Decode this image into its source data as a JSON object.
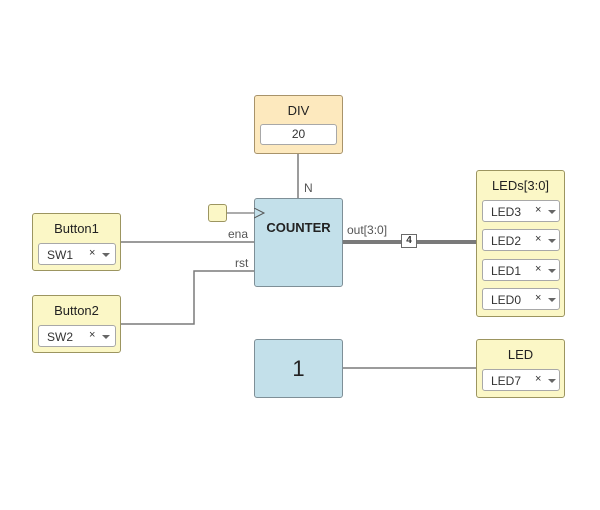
{
  "inputs": {
    "button1": {
      "title": "Button1",
      "pin": "SW1",
      "clear": "×"
    },
    "button2": {
      "title": "Button2",
      "pin": "SW2",
      "clear": "×"
    }
  },
  "div": {
    "title": "DIV",
    "value": "20"
  },
  "counter": {
    "title": "COUNTER",
    "port_n": "N",
    "port_ena": "ena",
    "port_rst": "rst",
    "port_out": "out[3:0]"
  },
  "bus": {
    "width_label": "4"
  },
  "leds": {
    "title": "LEDs[3:0]",
    "pins": [
      "LED3",
      "LED2",
      "LED1",
      "LED0"
    ],
    "clear": "×"
  },
  "constant": {
    "value": "1"
  },
  "led": {
    "title": "LED",
    "pin": "LED7",
    "clear": "×"
  },
  "colors": {
    "io_block": "#fbf7c6",
    "div_block": "#fde9be",
    "logic_block": "#c3e0ea",
    "wire": "#7a7a7a"
  }
}
